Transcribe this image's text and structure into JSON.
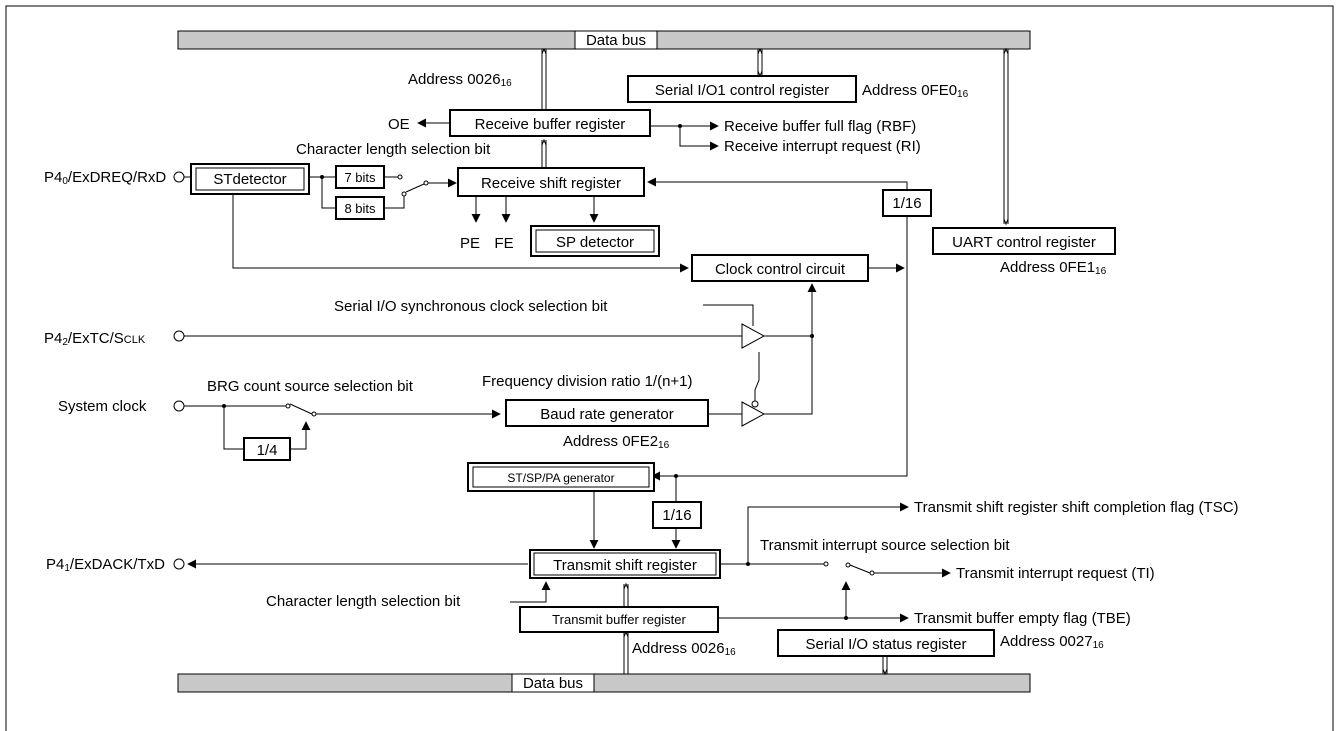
{
  "bus": {
    "top_label": "Data bus",
    "bottom_label": "Data bus"
  },
  "labels": {
    "addr_0026_top": "Address 0026",
    "addr_0fe0": "Address 0FE0",
    "addr_0fe1": "Address 0FE1",
    "addr_0fe2": "Address 0FE2",
    "addr_0026_bottom": "Address 0026",
    "addr_0027": "Address 0027",
    "sub16": "16",
    "oe": "OE",
    "rbf": "Receive buffer full flag (RBF)",
    "ri": "Receive interrupt request (RI)",
    "char_len_top": "Character length selection bit",
    "char_len_bottom": "Character length selection bit",
    "p40": "P4",
    "p40_sub": "0",
    "p40_rest": "/ExDREQ/RxD",
    "p42": "P4",
    "p42_sub": "2",
    "p42_rest": "/ExTC/S",
    "p42_clk": "CLK",
    "p41": "P4",
    "p41_sub": "1",
    "p41_rest": "/ExDACK/TxD",
    "system_clock": "System clock",
    "bits7": "7 bits",
    "bits8": "8 bits",
    "pe": "PE",
    "fe": "FE",
    "div16_top": "1/16",
    "div16_bottom": "1/16",
    "div4": "1/4",
    "sync_clk_sel": "Serial I/O synchronous clock selection bit",
    "brg_src_sel": "BRG count source selection bit",
    "freq_div": "Frequency division ratio 1/(n+1)",
    "tsc": "Transmit shift register shift completion flag (TSC)",
    "ti_src_sel": "Transmit interrupt source selection bit",
    "ti": "Transmit interrupt request (TI)",
    "tbe": "Transmit buffer empty flag (TBE)"
  },
  "blocks": {
    "sio1_ctrl": "Serial I/O1 control register",
    "rx_buf": "Receive buffer register",
    "st_detector": "STdetector",
    "rx_shift": "Receive shift register",
    "sp_detector": "SP detector",
    "uart_ctrl": "UART control register",
    "clock_ctrl": "Clock control circuit",
    "baud_gen": "Baud rate generator",
    "st_sp_pa_gen": "ST/SP/PA generator",
    "tx_shift": "Transmit shift register",
    "tx_buf": "Transmit buffer register",
    "sio_status": "Serial I/O status register"
  }
}
